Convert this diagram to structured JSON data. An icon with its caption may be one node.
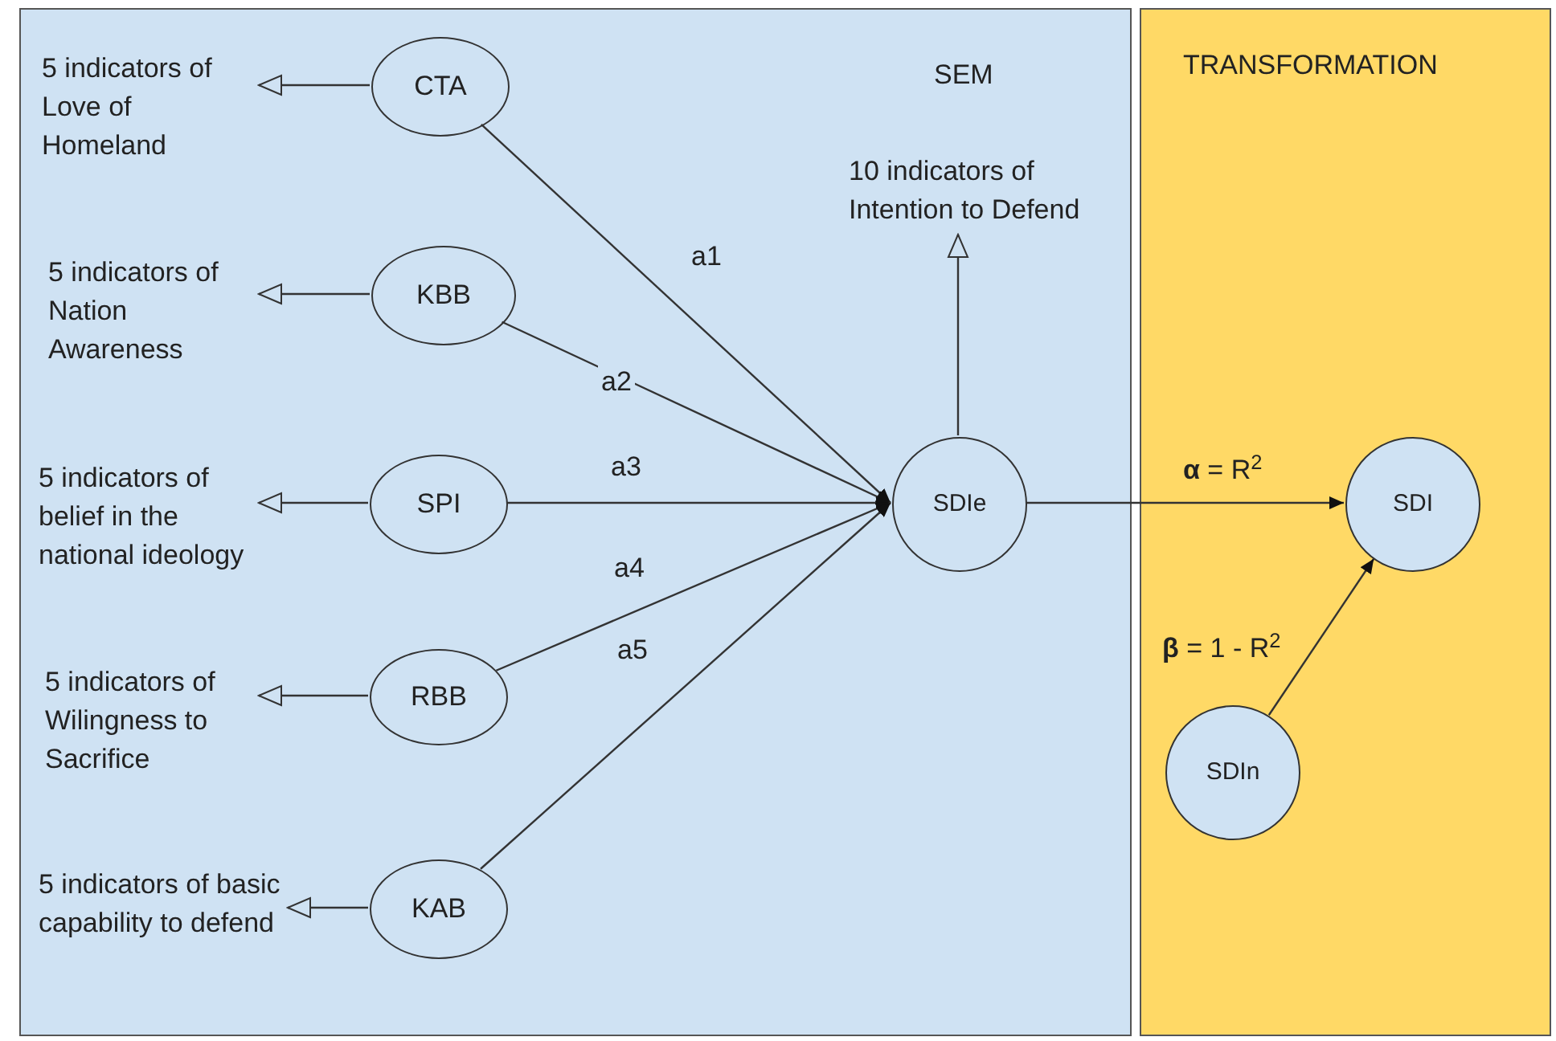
{
  "diagram": {
    "nodes": [
      {
        "text": [
          "SEM"
        ]
      },
      {
        "text": [
          "TRANSFORMATION"
        ]
      },
      {
        "text": [
          "5 indicators of Love of Homeland"
        ],
        "in": 0
      },
      {
        "text": [
          "CTA"
        ],
        "in": 0
      },
      {
        "text": [
          "10 indicators of Intention to Defend"
        ],
        "in": 0
      },
      {
        "text": [
          "5 indicators of Nation Awareness"
        ],
        "in": 0
      },
      {
        "text": [
          "KBB"
        ],
        "in": 0
      },
      {
        "text": [
          "5 indicators of belief in the national ideology"
        ],
        "in": 0
      },
      {
        "text": [
          "SPI"
        ],
        "in": 0
      },
      {
        "text": [
          "SDIe"
        ],
        "in": 0
      },
      {
        "text": [
          "5 indicators of Wilingness to Sacrifice"
        ],
        "in": 0
      },
      {
        "text": [
          "RBB"
        ],
        "in": 0
      },
      {
        "text": [
          "5 indicators of basic capability to defend"
        ],
        "in": 0
      },
      {
        "text": [
          "KAB"
        ],
        "in": 0
      },
      {
        "text": [
          "SDI"
        ],
        "in": 1
      },
      {
        "text": [
          "SDIn"
        ],
        "in": 1
      }
    ],
    "edges": [
      {
        "from": 3,
        "to": 2,
        "arrow": "to"
      },
      {
        "from": 6,
        "to": 5,
        "arrow": "to"
      },
      {
        "from": 8,
        "to": 7,
        "arrow": "to"
      },
      {
        "from": 11,
        "to": 10,
        "arrow": "to"
      },
      {
        "from": 13,
        "to": 12,
        "arrow": "to"
      },
      {
        "from": 9,
        "to": 4,
        "arrow": "to"
      },
      {
        "from": 3,
        "to": 9,
        "arrow": "to",
        "label": "a1"
      },
      {
        "from": 6,
        "to": 9,
        "arrow": "to",
        "label": "a2"
      },
      {
        "from": 8,
        "to": 9,
        "arrow": "to",
        "label": "a3"
      },
      {
        "from": 11,
        "to": 9,
        "arrow": "to",
        "label": "a4"
      },
      {
        "from": 13,
        "to": 9,
        "arrow": "to",
        "label": "a5"
      },
      {
        "from": 9,
        "to": 14,
        "arrow": "to",
        "label": "**α** = R$^{2}$"
      },
      {
        "from": 15,
        "to": 14,
        "arrow": "to",
        "label": "**β** = 1 - R$^{2}$"
      }
    ]
  }
}
